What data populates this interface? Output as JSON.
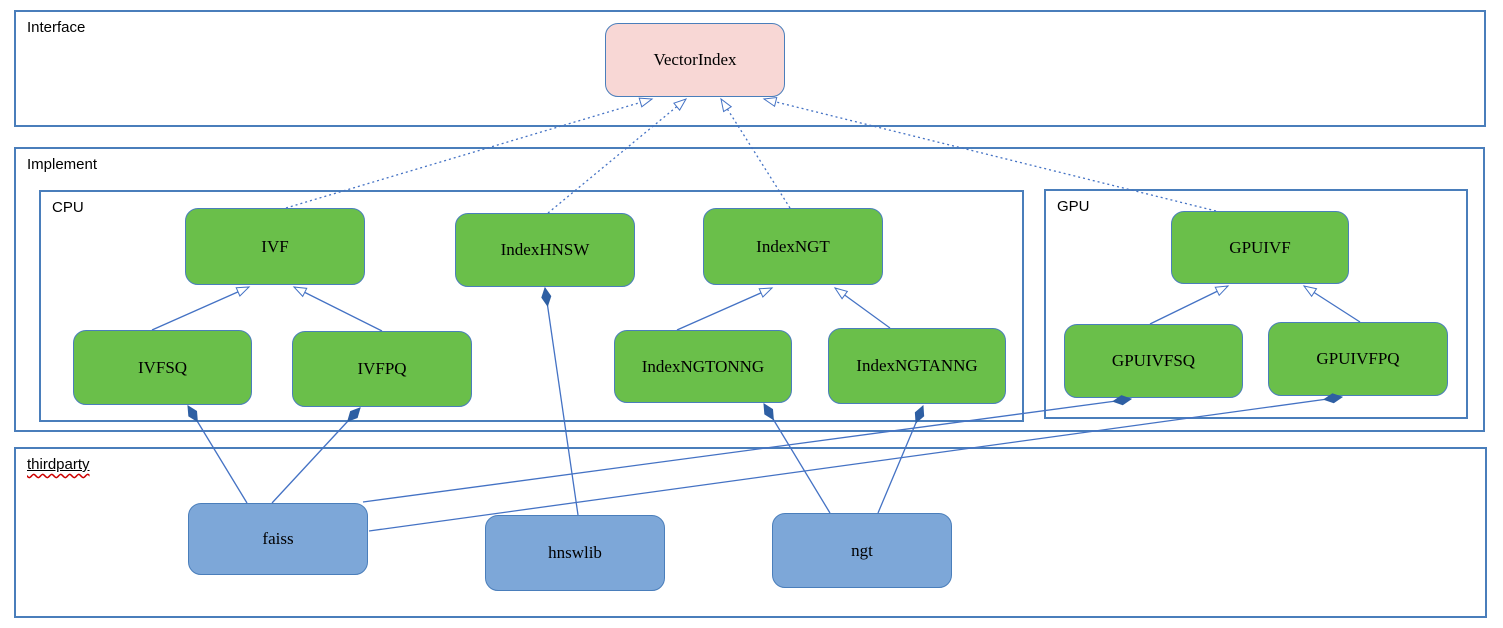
{
  "sections": {
    "interface": {
      "label": "Interface"
    },
    "implement": {
      "label": "Implement"
    },
    "cpu": {
      "label": "CPU"
    },
    "gpu": {
      "label": "GPU"
    },
    "thirdparty": {
      "label": "thirdparty"
    }
  },
  "nodes": {
    "vectorindex": {
      "label": "VectorIndex",
      "kind": "interface",
      "fill": "#f8d7d5"
    },
    "ivf": {
      "label": "IVF",
      "kind": "implementation",
      "fill": "#6abf4a"
    },
    "indexhnsw": {
      "label": "IndexHNSW",
      "kind": "implementation",
      "fill": "#6abf4a"
    },
    "indexngt": {
      "label": "IndexNGT",
      "kind": "implementation",
      "fill": "#6abf4a"
    },
    "gpuivf": {
      "label": "GPUIVF",
      "kind": "implementation",
      "fill": "#6abf4a"
    },
    "ivfsq": {
      "label": "IVFSQ",
      "kind": "implementation",
      "fill": "#6abf4a"
    },
    "ivfpq": {
      "label": "IVFPQ",
      "kind": "implementation",
      "fill": "#6abf4a"
    },
    "indexngtonng": {
      "label": "IndexNGTONNG",
      "kind": "implementation",
      "fill": "#6abf4a"
    },
    "indexngtanng": {
      "label": "IndexNGTANNG",
      "kind": "implementation",
      "fill": "#6abf4a"
    },
    "gpuivfsq": {
      "label": "GPUIVFSQ",
      "kind": "implementation",
      "fill": "#6abf4a"
    },
    "gpuivfpq": {
      "label": "GPUIVFPQ",
      "kind": "implementation",
      "fill": "#6abf4a"
    },
    "faiss": {
      "label": "faiss",
      "kind": "thirdparty",
      "fill": "#7da7d8"
    },
    "hnswlib": {
      "label": "hnswlib",
      "kind": "thirdparty",
      "fill": "#7da7d8"
    },
    "ngt": {
      "label": "ngt",
      "kind": "thirdparty",
      "fill": "#7da7d8"
    }
  },
  "edges": [
    {
      "from": "ivf",
      "to": "vectorindex",
      "type": "realization"
    },
    {
      "from": "indexhnsw",
      "to": "vectorindex",
      "type": "realization"
    },
    {
      "from": "indexngt",
      "to": "vectorindex",
      "type": "realization"
    },
    {
      "from": "gpuivf",
      "to": "vectorindex",
      "type": "realization"
    },
    {
      "from": "ivfsq",
      "to": "ivf",
      "type": "generalization"
    },
    {
      "from": "ivfpq",
      "to": "ivf",
      "type": "generalization"
    },
    {
      "from": "indexngtonng",
      "to": "indexngt",
      "type": "generalization"
    },
    {
      "from": "indexngtanng",
      "to": "indexngt",
      "type": "generalization"
    },
    {
      "from": "gpuivfsq",
      "to": "gpuivf",
      "type": "generalization"
    },
    {
      "from": "gpuivfpq",
      "to": "gpuivf",
      "type": "generalization"
    },
    {
      "from": "faiss",
      "to": "ivfsq",
      "type": "composition"
    },
    {
      "from": "faiss",
      "to": "ivfpq",
      "type": "composition"
    },
    {
      "from": "faiss",
      "to": "gpuivfsq",
      "type": "composition"
    },
    {
      "from": "faiss",
      "to": "gpuivfpq",
      "type": "composition"
    },
    {
      "from": "hnswlib",
      "to": "indexhnsw",
      "type": "composition"
    },
    {
      "from": "ngt",
      "to": "indexngtonng",
      "type": "composition"
    },
    {
      "from": "ngt",
      "to": "indexngtanng",
      "type": "composition"
    }
  ],
  "colors": {
    "line": "#4472c4",
    "node_border": "#4a7ebb",
    "section_border": "#4a7ebb",
    "green_fill": "#6abf4a",
    "pink_fill": "#f8d7d5",
    "blue_fill": "#7da7d8",
    "diamond_fill": "#2e5fa3",
    "spellcheck_underline": "#cc0000"
  }
}
